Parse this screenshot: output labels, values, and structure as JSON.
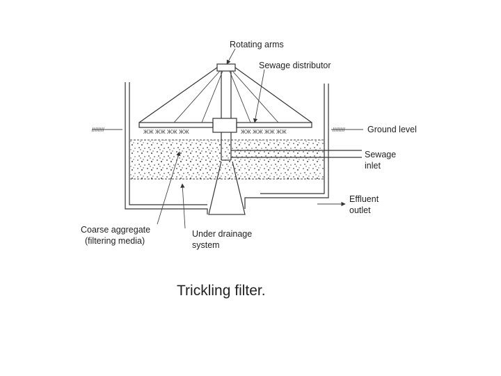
{
  "labels": {
    "rotating_arms": "Rotating arms",
    "sewage_distributor": "Sewage distributor",
    "ground_level": "Ground level",
    "sewage_inlet_1": "Sewage",
    "sewage_inlet_2": "inlet",
    "effluent_outlet_1": "Effluent",
    "effluent_outlet_2": "outlet",
    "coarse_aggregate_1": "Coarse aggregate",
    "coarse_aggregate_2": "(filtering media)",
    "under_drainage_1": "Under drainage",
    "under_drainage_2": "system"
  },
  "caption": "Trickling filter.",
  "colors": {
    "line": "#333333",
    "text": "#222222",
    "media": "#555555"
  }
}
